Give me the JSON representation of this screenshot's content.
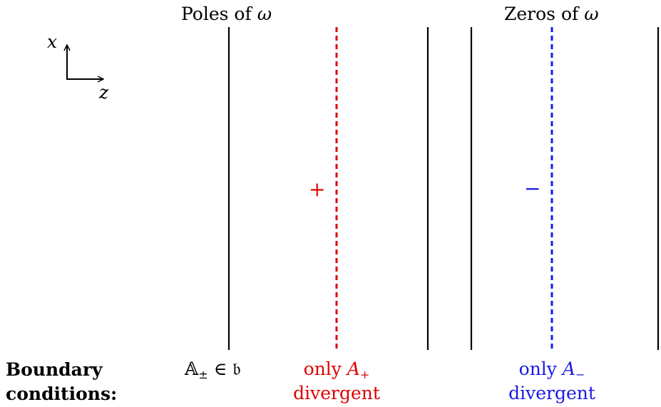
{
  "headings": {
    "poles_text": "Poles of ",
    "zeros_text": "Zeros of ",
    "omega": "ω"
  },
  "axes": {
    "x_label": "x",
    "z_label": "z"
  },
  "signs": {
    "plus": "+",
    "minus": "−"
  },
  "boundary": {
    "label_line1": "Boundary",
    "label_line2": "conditions:",
    "first": {
      "A": "𝔸",
      "sub": "±",
      "rest": " ∈ 𝔟"
    },
    "poles_condition": {
      "prefix": "only ",
      "A": "A",
      "sub": "+",
      "line2": "divergent"
    },
    "zeros_condition": {
      "prefix": "only ",
      "A": "A",
      "sub": "−",
      "line2": "divergent"
    }
  },
  "colors": {
    "poles": "#e00000",
    "zeros": "#1a1ae6",
    "walls": "#000000"
  }
}
